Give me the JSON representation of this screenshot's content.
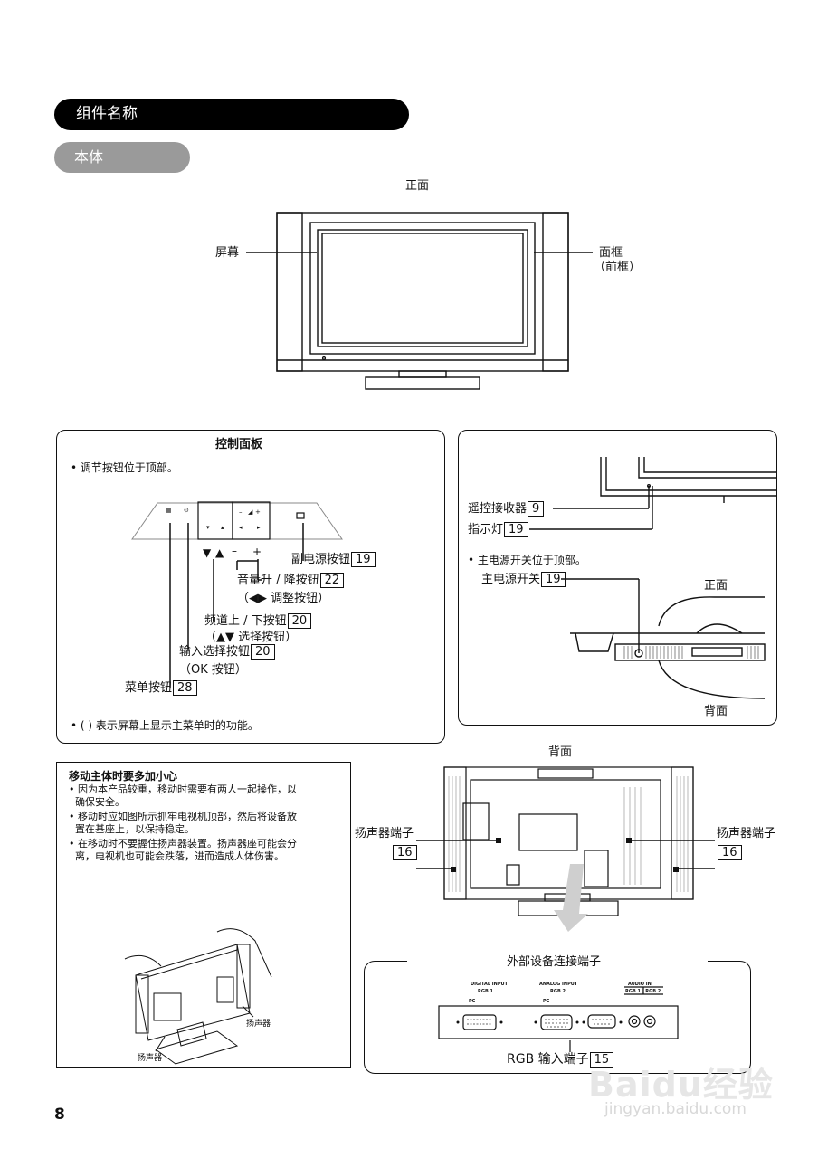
{
  "section": {
    "title": "组件名称",
    "subtitle": "本体"
  },
  "front": {
    "title": "正面",
    "screen_label": "屏幕",
    "bezel_label": "面框",
    "bezel_sub": "（前框）"
  },
  "control_panel": {
    "title": "控制面板",
    "note_top": "• 调节按钮位于顶部。",
    "sub_power": "副电源按钮",
    "sub_power_ref": "19",
    "volume": "音量升 / 降按钮",
    "volume_ref": "22",
    "volume_sub": "（◀▶ 调整按钮）",
    "channel": "频道上 / 下按钮",
    "channel_ref": "20",
    "channel_sub": "（▲▼ 选择按钮）",
    "input": "输入选择按钮",
    "input_ref": "20",
    "input_sub": "（OK 按钮）",
    "menu": "菜单按钮",
    "menu_ref": "28",
    "note_bottom": "• ( ) 表示屏幕上显示主菜单时的功能。"
  },
  "side_panel": {
    "remote_receiver": "遥控接收器",
    "remote_receiver_ref": "9",
    "indicator": "指示灯",
    "indicator_ref": "19",
    "main_power_note": "• 主电源开关位于顶部。",
    "main_power": "主电源开关",
    "main_power_ref": "19",
    "front": "正面",
    "back": "背面"
  },
  "caution": {
    "title": "移动主体时要多加小心",
    "items": [
      "• 因为本产品较重，移动时需要有两人一起操作，以",
      "  确保安全。",
      "• 移动时应如图所示抓牢电视机顶部，然后将设备放",
      "  置在基座上，以保持稳定。",
      "• 在移动时不要握住扬声器装置。扬声器座可能会分",
      "  离，电视机也可能会跌落，进而造成人体伤害。"
    ],
    "speaker_right": "扬声器",
    "speaker_left": "扬声器"
  },
  "rear": {
    "title": "背面",
    "speaker_left": "扬声器端子",
    "speaker_left_ref": "16",
    "speaker_right": "扬声器端子",
    "speaker_right_ref": "16"
  },
  "terminals": {
    "title": "外部设备连接端子",
    "digital_input": "DIGITAL INPUT",
    "rgb1": "RGB 1",
    "analog_input": "ANALOG INPUT",
    "rgb2": "RGB 2",
    "audio_in": "AUDIO IN",
    "audio_rgb": "RGB 1 | RGB 2",
    "pc": "PC",
    "rgb_input": "RGB 输入端子",
    "rgb_input_ref": "15"
  },
  "page_number": "8",
  "watermark": {
    "brand": "Baidu经验",
    "url": "jingyan.baidu.com"
  }
}
